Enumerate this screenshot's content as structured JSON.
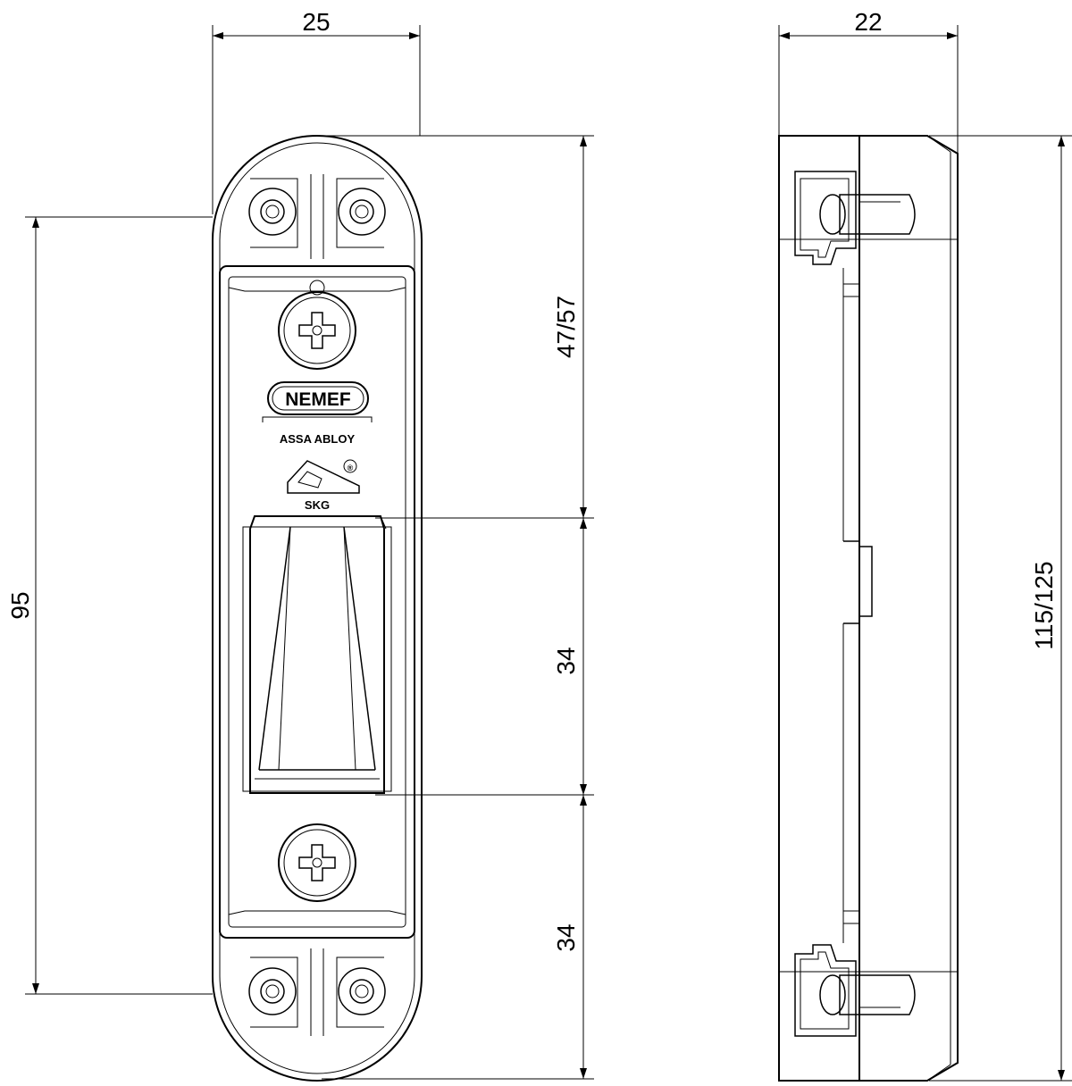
{
  "dimensions": {
    "front_width": "25",
    "side_width": "22",
    "hole_spacing": "95",
    "upper_height": "47/57",
    "slot_height": "34",
    "lower_height": "34",
    "total_height": "115/125"
  },
  "branding": {
    "brand": "NEMEF",
    "group": "ASSA ABLOY",
    "cert": "SKG",
    "cert_mark": "®"
  }
}
